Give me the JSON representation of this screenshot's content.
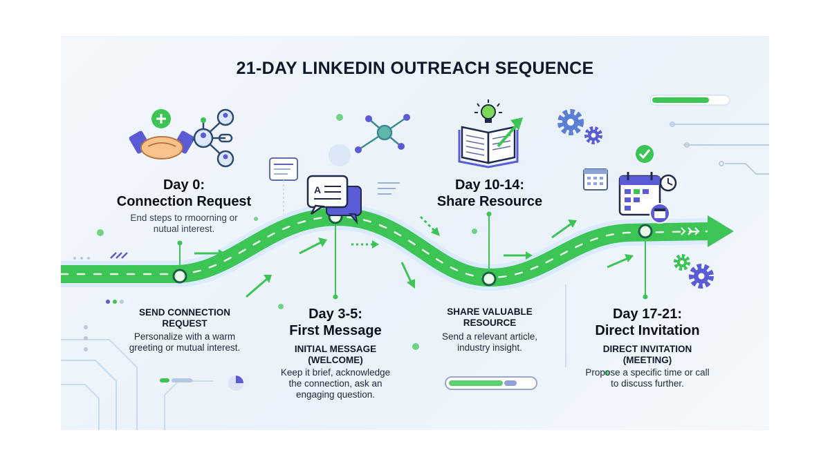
{
  "title": "21-DAY LINKEDIN OUTREACH SEQUENCE",
  "accent_green": "#3cc454",
  "accent_purple": "#5b5bd6",
  "steps": [
    {
      "day": "Day 0:",
      "name": "Connection Request",
      "faded_note": "End steps to rmoorning or nutual interest.",
      "action": "SEND CONNECTION REQUEST",
      "description": "Personalize with a warm greeting or mutual interest.",
      "icon": "handshake-network-icon"
    },
    {
      "day": "Day 3-5:",
      "name": "First Message",
      "action": "INITIAL MESSAGE (WELCOME)",
      "description": "Keep it brief, acknowledge the connection, ask an engaging question.",
      "icon": "chat-bubbles-icon"
    },
    {
      "day": "Day 10-14:",
      "name": "Share Resource",
      "action": "SHARE VALUABLE RESOURCE",
      "description": "Send a relevant article, industry insight.",
      "icon": "book-lightbulb-icon"
    },
    {
      "day": "Day 17-21:",
      "name": "Direct Invitation",
      "action": "DIRECT INVITATION (MEETING)",
      "description": "Propose a specific time or call to discuss further.",
      "icon": "calendar-check-icon"
    }
  ]
}
